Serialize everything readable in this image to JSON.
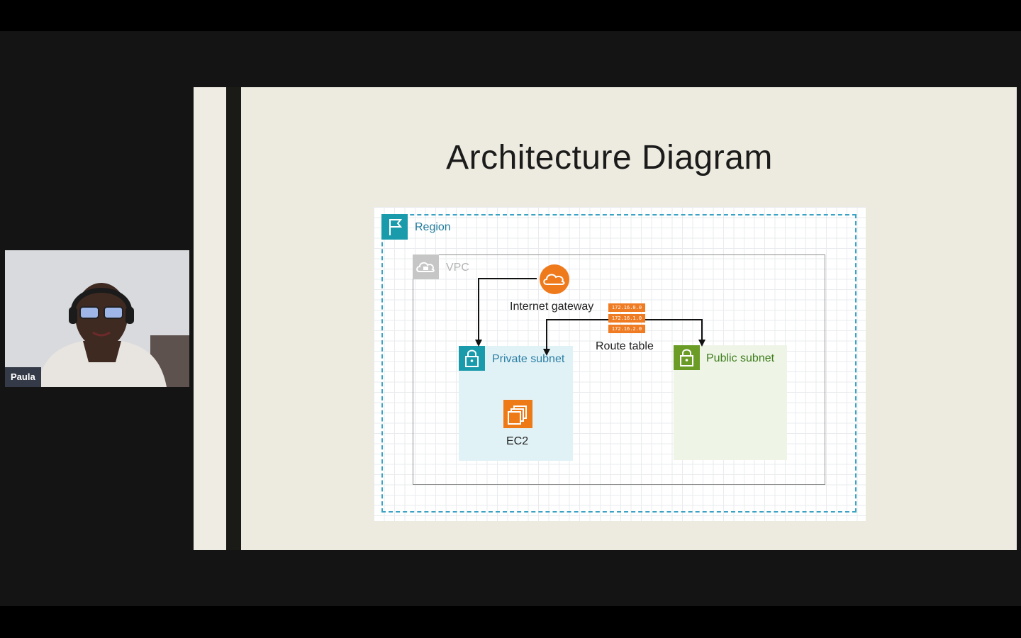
{
  "participant": {
    "name": "Paula"
  },
  "slide": {
    "title": "Architecture Diagram"
  },
  "diagram": {
    "region_label": "Region",
    "vpc_label": "VPC",
    "internet_gateway_label": "Internet gateway",
    "route_table_label": "Route table",
    "route_table_entries": [
      "172.16.0.0",
      "172.16.1.0",
      "172.16.2.0"
    ],
    "private_subnet_label": "Private subnet",
    "public_subnet_label": "Public subnet",
    "ec2_label": "EC2"
  },
  "colors": {
    "region_accent": "#1a9bab",
    "private_subnet_fill": "#e1f2f6",
    "public_subnet_fill": "#eef5e6",
    "public_accent": "#6b9d26",
    "aws_orange": "#ee7a17"
  }
}
